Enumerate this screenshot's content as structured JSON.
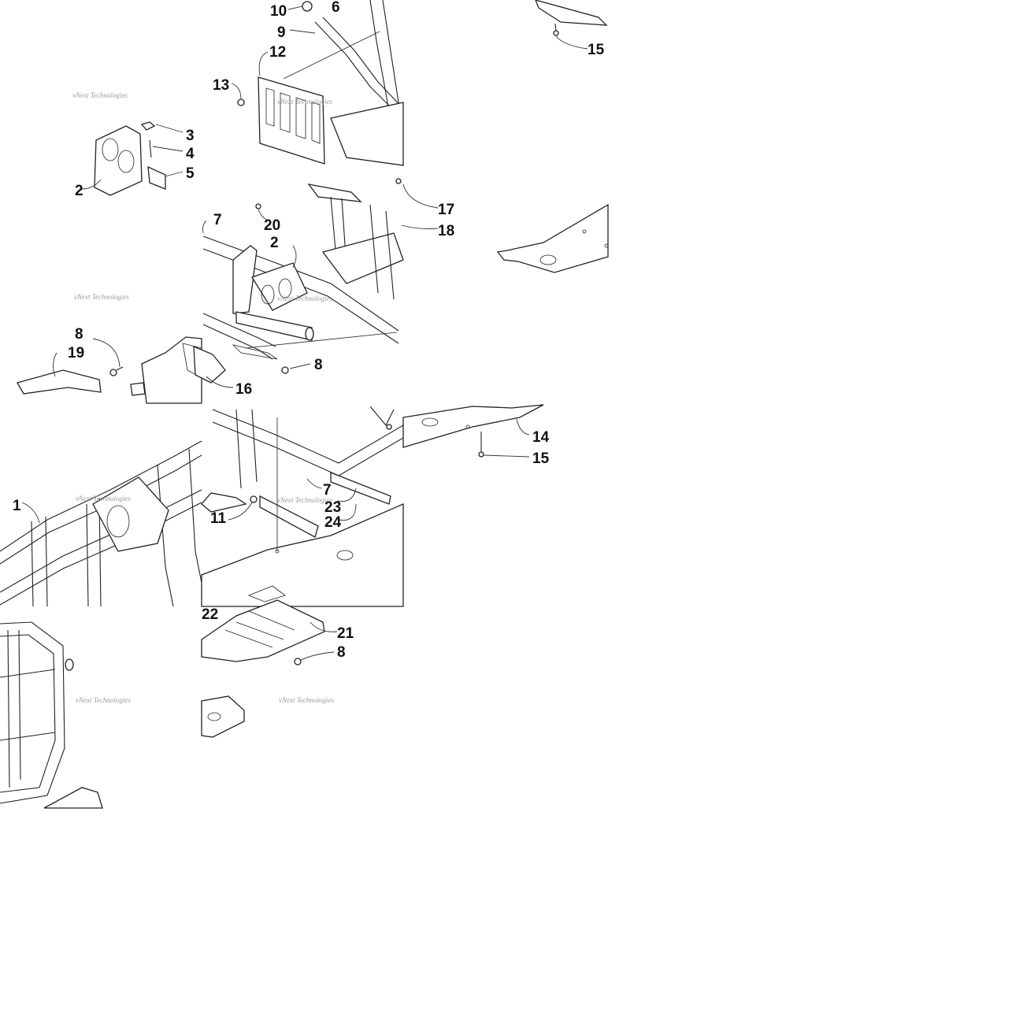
{
  "callouts": [
    "1",
    "2",
    "3",
    "4",
    "5",
    "6",
    "7",
    "8",
    "9",
    "10",
    "11",
    "12",
    "13",
    "14",
    "15",
    "16",
    "17",
    "18",
    "19",
    "20",
    "21",
    "22",
    "23",
    "24"
  ],
  "watermark": "vNext Technologies",
  "colors": {
    "line": "#222222",
    "background": "#ffffff",
    "watermark": "#9a9a9a"
  }
}
